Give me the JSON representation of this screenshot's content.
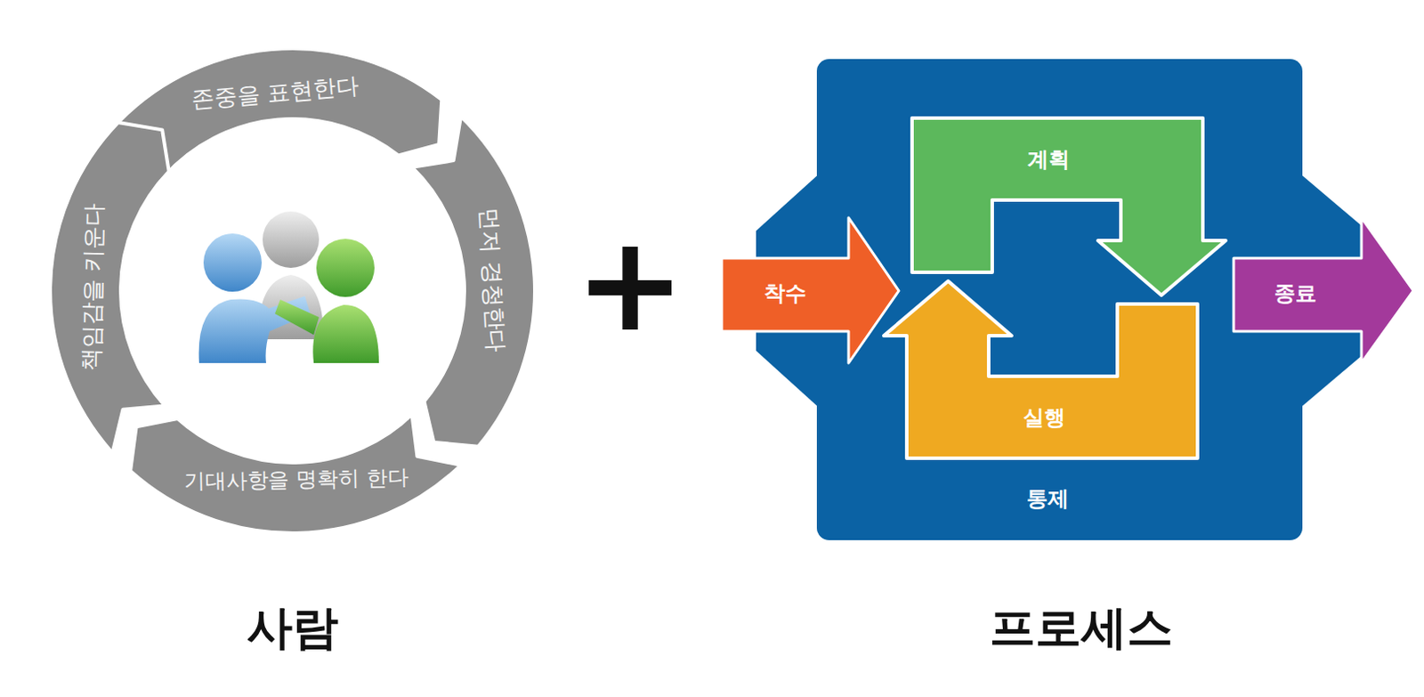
{
  "diagram": {
    "nodes": [
      {
        "text": [
          "존중을 표현한다"
        ]
      },
      {
        "text": [
          "먼저 경청한다"
        ]
      },
      {
        "text": [
          "기대사항을 명확히 한다"
        ]
      },
      {
        "text": [
          "책임감을 키운다"
        ]
      },
      {
        "text": [
          "착수"
        ]
      },
      {
        "text": [
          "통제"
        ]
      },
      {
        "text": [
          "계획"
        ],
        "in": 5
      },
      {
        "text": [
          "실행"
        ],
        "in": 5
      },
      {
        "text": [
          "종료"
        ]
      }
    ],
    "labels": [
      "사람",
      "+",
      "프로세스"
    ]
  }
}
